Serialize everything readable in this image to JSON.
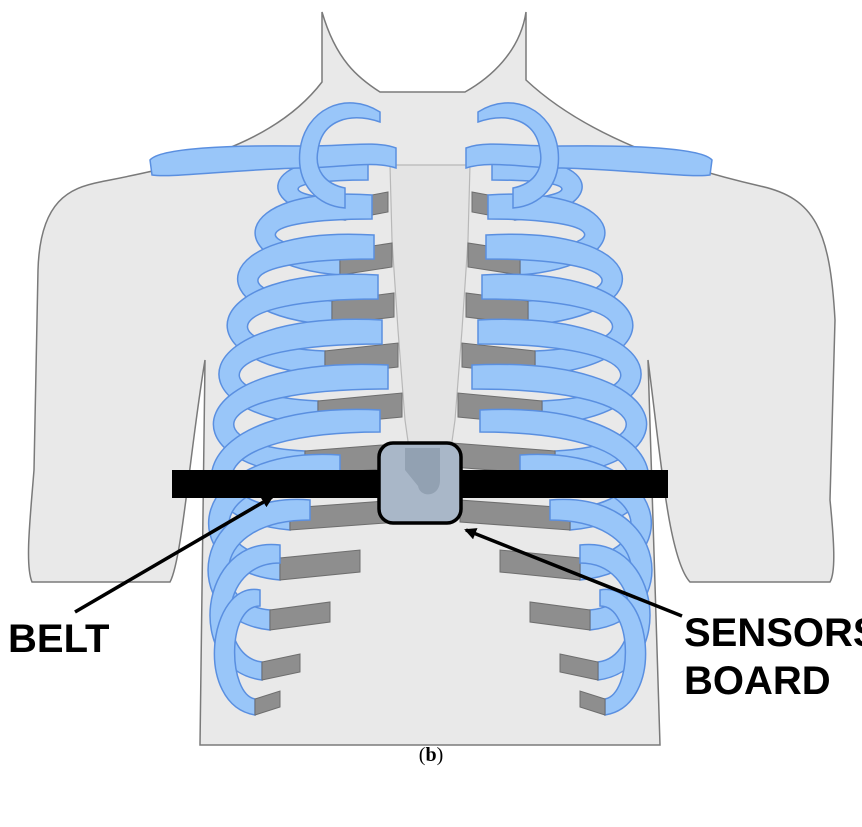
{
  "figure": {
    "labels": {
      "belt": "BELT",
      "sensors_line1": "SENSORS",
      "sensors_line2": "BOARD"
    },
    "caption": {
      "open": "(",
      "letter": "b",
      "close": ")"
    }
  },
  "colors": {
    "torso_fill": "#e9e9e9",
    "torso_stroke": "#7a7a7a",
    "rib_bone": "#99c6f9",
    "rib_bone_edge": "#5a8fe0",
    "cartilage": "#8e8e8e",
    "belt": "#000000",
    "sensor_board": "#a9b7c8"
  }
}
